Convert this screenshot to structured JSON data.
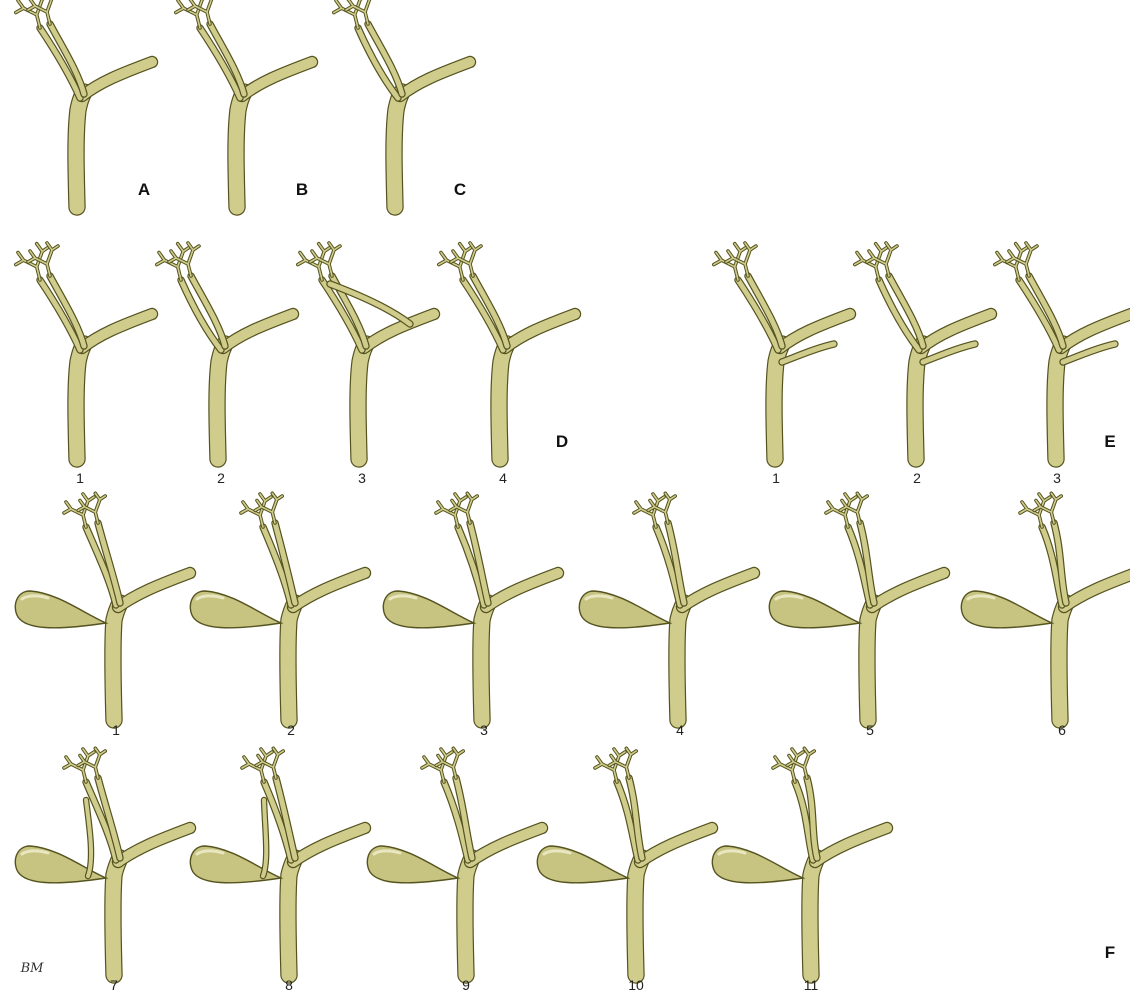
{
  "colors": {
    "duct_fill": "#cfcc8c",
    "duct_outline": "#55531f",
    "gallbladder_fill": "#c7c481",
    "highlight": "#e9e7c2"
  },
  "groups": [
    {
      "letter": "A"
    },
    {
      "letter": "B"
    },
    {
      "letter": "C"
    },
    {
      "letter": "D",
      "numbers": [
        "1",
        "2",
        "3",
        "4"
      ]
    },
    {
      "letter": "E",
      "numbers": [
        "1",
        "2",
        "3"
      ]
    },
    {
      "letter": "F",
      "numbers": [
        "1",
        "2",
        "3",
        "4",
        "5",
        "6",
        "7",
        "8",
        "9",
        "10",
        "11"
      ]
    }
  ],
  "signature": "BM"
}
